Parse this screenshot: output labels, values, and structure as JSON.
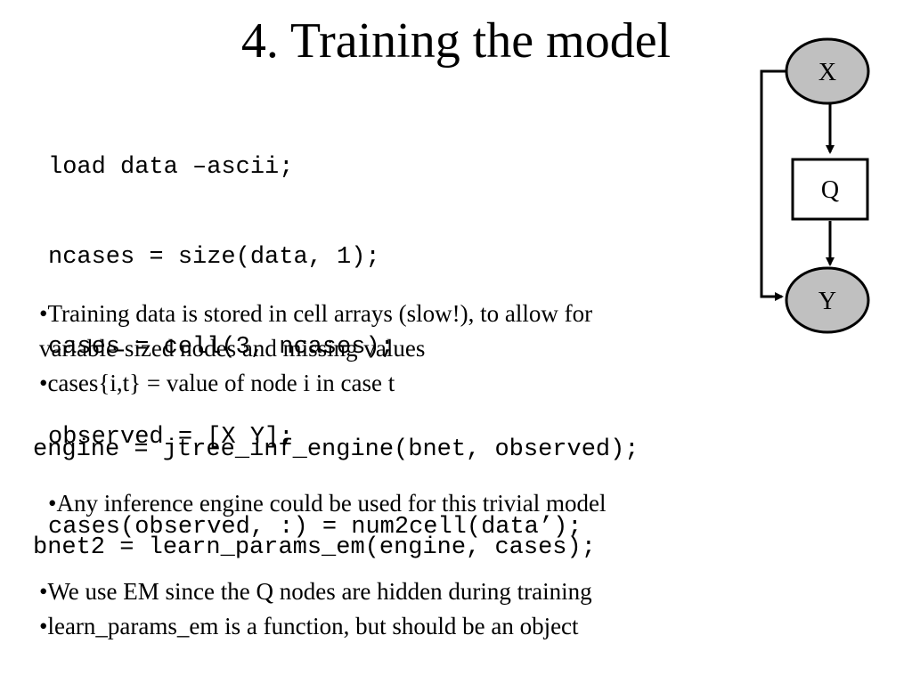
{
  "title": "4. Training the model",
  "code_block_1": [
    "load data –ascii;",
    "ncases = size(data, 1);",
    "cases = cell(3, ncases);",
    "observed = [X Y];",
    "cases(observed, :) = num2cell(data’);"
  ],
  "bullets_1": [
    "•Training data is stored in cell arrays (slow!), to allow for",
    "variable-sized nodes and missing values",
    "•cases{i,t} = value of node i in case t"
  ],
  "code_engine": "engine = jtree_inf_engine(bnet, observed);",
  "bullets_2": [
    "•Any inference engine could be used for this trivial model"
  ],
  "code_learn": "bnet2 = learn_params_em(engine, cases);",
  "bullets_3": [
    "•We use EM since the Q nodes are hidden during training",
    "•learn_params_em is a function, but should be an object"
  ],
  "diagram": {
    "nodes": {
      "x": "X",
      "q": "Q",
      "y": "Y"
    },
    "colors": {
      "observed_fill": "#c0c0c0",
      "hidden_fill": "#ffffff",
      "stroke": "#000000"
    }
  }
}
